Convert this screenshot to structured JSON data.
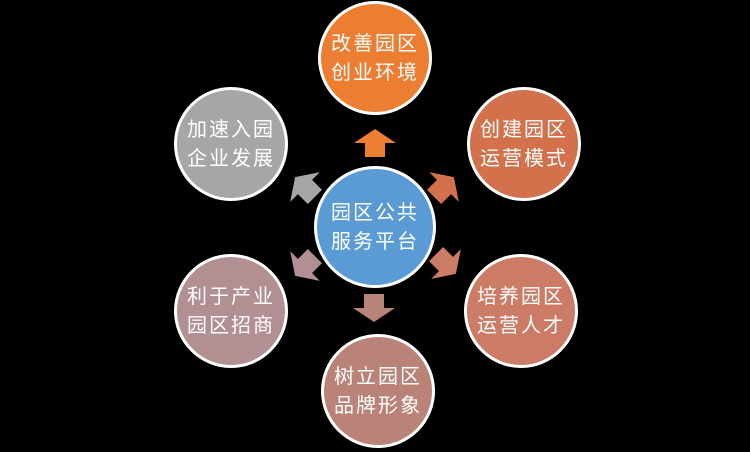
{
  "diagram": {
    "background_color": "#000000",
    "center": {
      "line1": "园区公共",
      "line2": "服务平台",
      "color": "#5B9BD5",
      "text_color": "#FFFFFF"
    },
    "nodes": [
      {
        "position": "top",
        "line1": "改善园区",
        "line2": "创业环境",
        "color": "#ED7D31"
      },
      {
        "position": "top-right",
        "line1": "创建园区",
        "line2": "运营模式",
        "color": "#D3714C"
      },
      {
        "position": "bottom-right",
        "line1": "培养园区",
        "line2": "运营人才",
        "color": "#CB7B66"
      },
      {
        "position": "bottom",
        "line1": "树立园区",
        "line2": "品牌形象",
        "color": "#BA8377"
      },
      {
        "position": "bottom-left",
        "line1": "利于产业",
        "line2": "园区招商",
        "color": "#B18F93"
      },
      {
        "position": "top-left",
        "line1": "加速入园",
        "line2": "企业发展",
        "color": "#A6A6A6"
      }
    ],
    "arrows": [
      {
        "direction": "up",
        "color": "#ED7D31"
      },
      {
        "direction": "up-right",
        "color": "#D3714C"
      },
      {
        "direction": "down-right",
        "color": "#CB7B66"
      },
      {
        "direction": "down",
        "color": "#B98478"
      },
      {
        "direction": "down-left",
        "color": "#B18F93"
      },
      {
        "direction": "up-left",
        "color": "#A6A6A6"
      }
    ],
    "border_color": "#FFFFFF"
  }
}
